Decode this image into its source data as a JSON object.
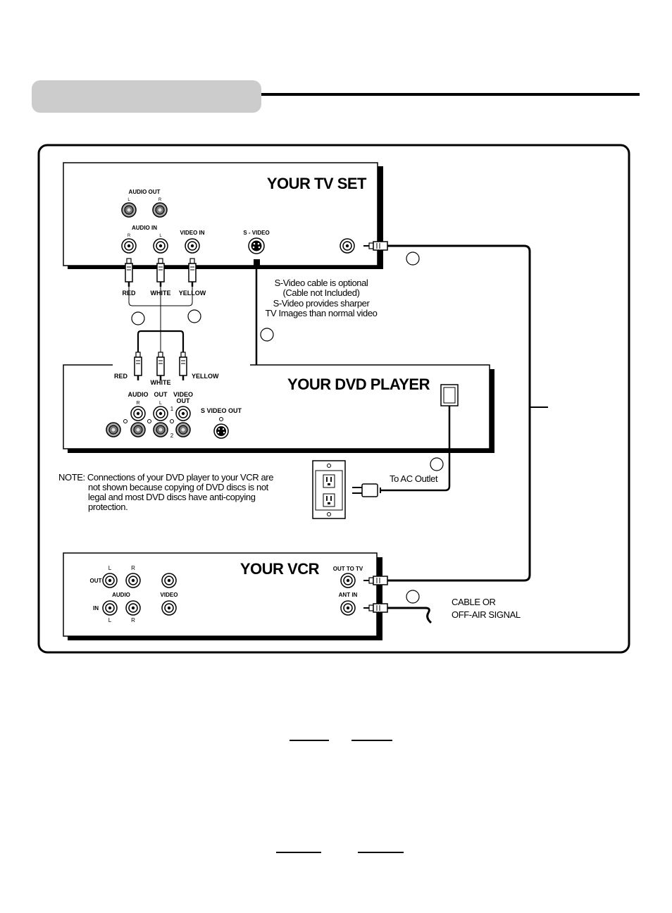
{
  "tv": {
    "title": "YOUR TV SET",
    "audio_out": "AUDIO OUT",
    "audio_in": "AUDIO IN",
    "video_in": "VIDEO IN",
    "s_video": "S - VIDEO",
    "l": "L",
    "r": "R"
  },
  "cables": {
    "red": "RED",
    "white": "WHITE",
    "yellow": "YELLOW"
  },
  "svideo_note": [
    "S-Video cable is optional",
    "(Cable not Included)",
    "S-Video provides  sharper",
    "TV Images than normal video"
  ],
  "dvd": {
    "title": "YOUR DVD PLAYER",
    "audio": "AUDIO",
    "out": "OUT",
    "video_out_1": "VIDEO",
    "video_out_2": "OUT",
    "s_video_out": "S VIDEO OUT",
    "num1": "1",
    "num2": "2",
    "l": "L",
    "r": "R"
  },
  "ac": {
    "label": "To AC Outlet"
  },
  "note": [
    "NOTE: Connections of your DVD player to your VCR are",
    "not shown because copying of DVD discs is not",
    "legal and most DVD discs have anti-copying",
    "protection."
  ],
  "vcr": {
    "title": "YOUR VCR",
    "out": "OUT",
    "in": "IN",
    "audio": "AUDIO",
    "video": "VIDEO",
    "out_to_tv": "OUT TO TV",
    "ant_in": "ANT IN",
    "l": "L",
    "r": "R"
  },
  "signal": [
    "CABLE OR",
    "OFF-AIR SIGNAL"
  ],
  "colors": {
    "header_tab": "#cccccc",
    "jack_gray": "#999999"
  }
}
